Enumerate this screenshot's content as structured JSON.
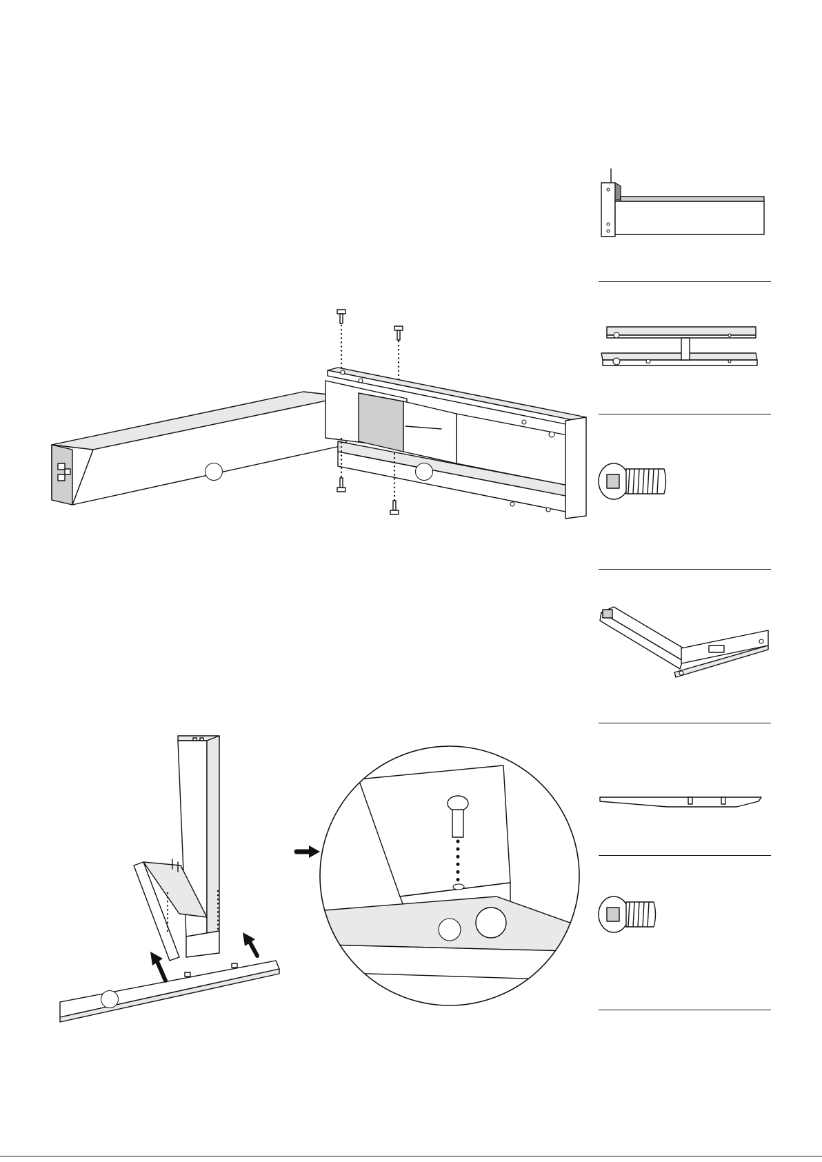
{
  "step_one": {
    "callouts": [
      "",
      ""
    ]
  },
  "step_two": {
    "callouts": [
      ""
    ]
  },
  "parts_list": {
    "items": [
      {
        "id": "leg-column-with-foot"
      },
      {
        "id": "upper-frame-bracket"
      },
      {
        "id": "bolt-short"
      },
      {
        "id": "assembled-leg-frame"
      },
      {
        "id": "foot-plate"
      },
      {
        "id": "bolt-short-2"
      }
    ]
  },
  "footer": {
    "page_number": ""
  },
  "colors": {
    "line": "#111111",
    "shade_light": "#e9e9e9",
    "shade_mid": "#cfcfcf",
    "shade_dark": "#8a8a8a"
  }
}
